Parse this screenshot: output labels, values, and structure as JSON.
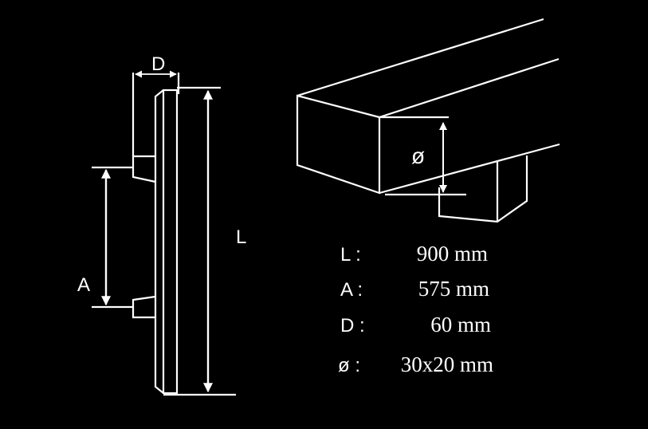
{
  "diagram": {
    "side_view": {
      "dim_d": "D",
      "dim_a": "A",
      "dim_l": "L"
    },
    "iso_view": {
      "dim_phi": "ø"
    },
    "specs": [
      {
        "label": "L :",
        "value": "900 mm"
      },
      {
        "label": "A :",
        "value": "575 mm"
      },
      {
        "label": "D :",
        "value": "60 mm"
      },
      {
        "label": "ø :",
        "value": "30x20 mm"
      }
    ],
    "colors": {
      "background": "#000000",
      "line": "#ffffff"
    }
  }
}
